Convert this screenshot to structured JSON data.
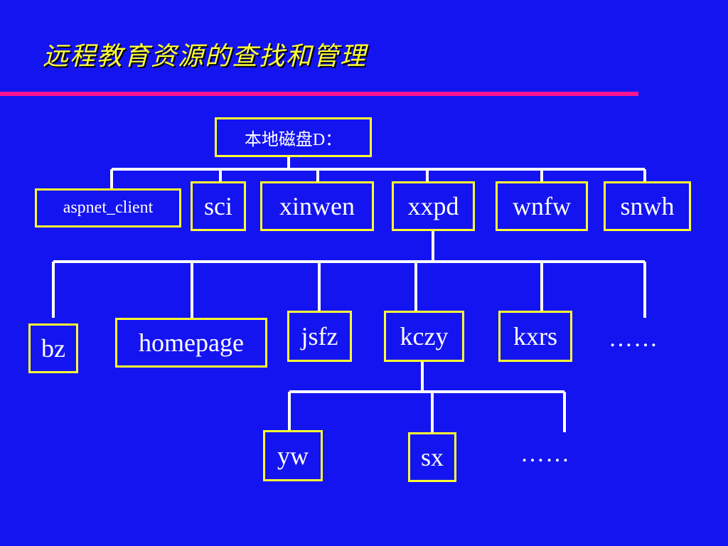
{
  "slide": {
    "title": "远程教育资源的查找和管理",
    "colors": {
      "background": "#1414f0",
      "title": "#ffff33",
      "rule": "#ff1493",
      "box_border": "#ffff33",
      "text": "#ffffff"
    }
  },
  "tree": {
    "root": "本地磁盘D：",
    "level1": [
      "aspnet_client",
      "sci",
      "xinwen",
      "xxpd",
      "wnfw",
      "snwh"
    ],
    "level2": [
      "bz",
      "homepage",
      "jsfz",
      "kczy",
      "kxrs"
    ],
    "level2_more": "……",
    "level3": [
      "yw",
      "sx"
    ],
    "level3_more": "……"
  }
}
